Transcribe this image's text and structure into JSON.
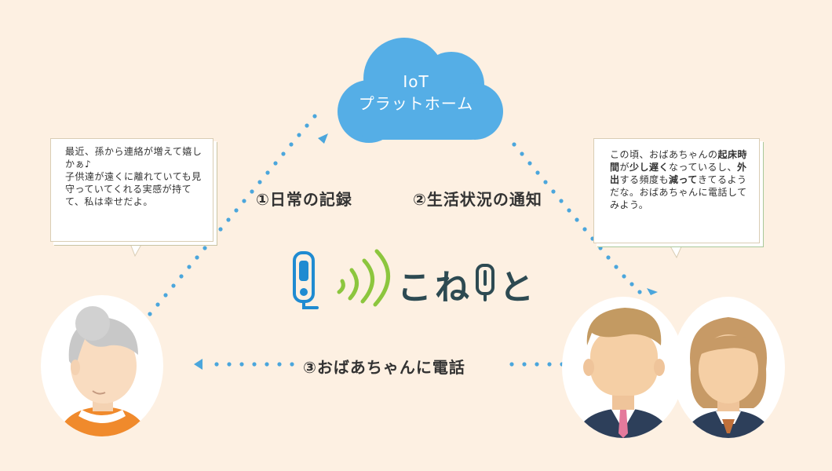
{
  "cloud": {
    "line1": "IoT",
    "line2": "プラットホーム"
  },
  "steps": {
    "step1": "①日常の記録",
    "step2": "②生活状況の通知",
    "step3": "③おばあちゃんに電話"
  },
  "bubble_left": {
    "text": "最近、孫から連絡が増えて嬉しかぁ♪\n子供達が遠くに離れていても見守っていてくれる実感が持てて、私は幸せだよ。"
  },
  "bubble_right": {
    "part1": "この頃、おばあちゃんの",
    "part2": "起床時間",
    "part3": "が",
    "part4": "少し遅く",
    "part5": "なっているし、",
    "part6": "外出",
    "part7": "する頻度も",
    "part8": "減って",
    "part9": "きてるようだな。おばあちゃんに電話してみよう。"
  },
  "logo": {
    "wordmark": "こね",
    "wordmark_end": "と"
  },
  "colors": {
    "background": "#fdf0e2",
    "cloud": "#55aee6",
    "dots": "#4ba6dc",
    "logo_blue": "#1f8bd1",
    "logo_green": "#8cc63e",
    "logo_text": "#2d4a52"
  }
}
